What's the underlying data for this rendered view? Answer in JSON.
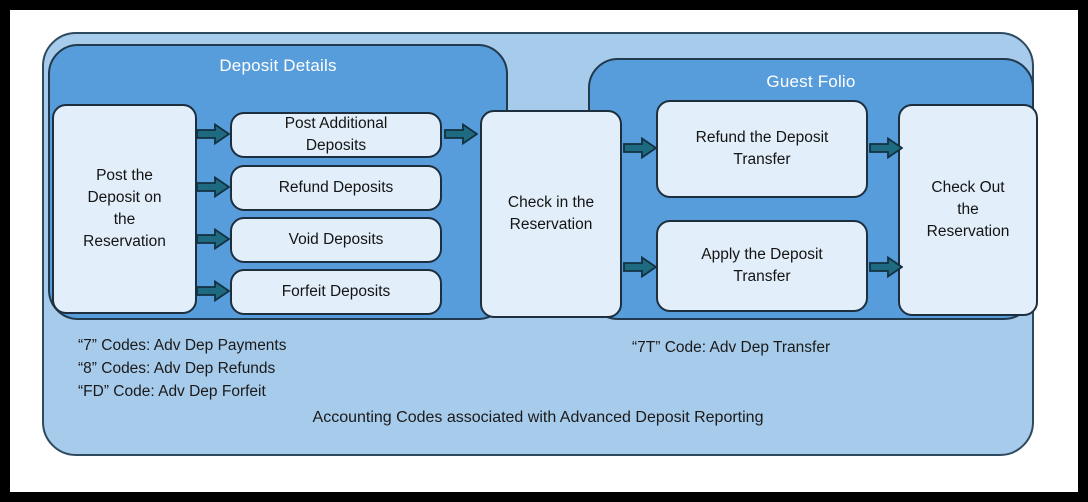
{
  "diagram": {
    "groups": [
      {
        "id": "deposit-details",
        "title": "Deposit Details"
      },
      {
        "id": "guest-folio",
        "title": "Guest Folio"
      }
    ],
    "nodes": [
      {
        "id": "post-deposit",
        "label": "Post the\nDeposit on\nthe\nReservation"
      },
      {
        "id": "post-additional",
        "label": "Post Additional\nDeposits"
      },
      {
        "id": "refund-deposits",
        "label": "Refund Deposits"
      },
      {
        "id": "void-deposits",
        "label": "Void Deposits"
      },
      {
        "id": "forfeit-deposits",
        "label": "Forfeit Deposits"
      },
      {
        "id": "check-in",
        "label": "Check in the\nReservation"
      },
      {
        "id": "refund-transfer",
        "label": "Refund the Deposit\nTransfer"
      },
      {
        "id": "apply-transfer",
        "label": "Apply the Deposit\nTransfer"
      },
      {
        "id": "check-out",
        "label": "Check Out\nthe\nReservation"
      }
    ],
    "notes_left": [
      "“7” Codes: Adv Dep Payments",
      "“8” Codes: Adv Dep Refunds",
      "“FD” Code: Adv Dep Forfeit"
    ],
    "notes_right": [
      "“7T” Code: Adv Dep Transfer"
    ],
    "caption": "Accounting Codes associated with Advanced Deposit Reporting",
    "colors": {
      "frame": "#000000",
      "mat": "#ffffff",
      "outer_panel": "#a7cbeb",
      "group_panel": "#579ddb",
      "node_fill": "#e2eef9",
      "node_stroke": "#1d2f3f",
      "arrow_fill": "#1e6a80",
      "arrow_stroke": "#13303f",
      "group_title_text": "#ffffff",
      "body_text": "#1a1a1a"
    }
  }
}
